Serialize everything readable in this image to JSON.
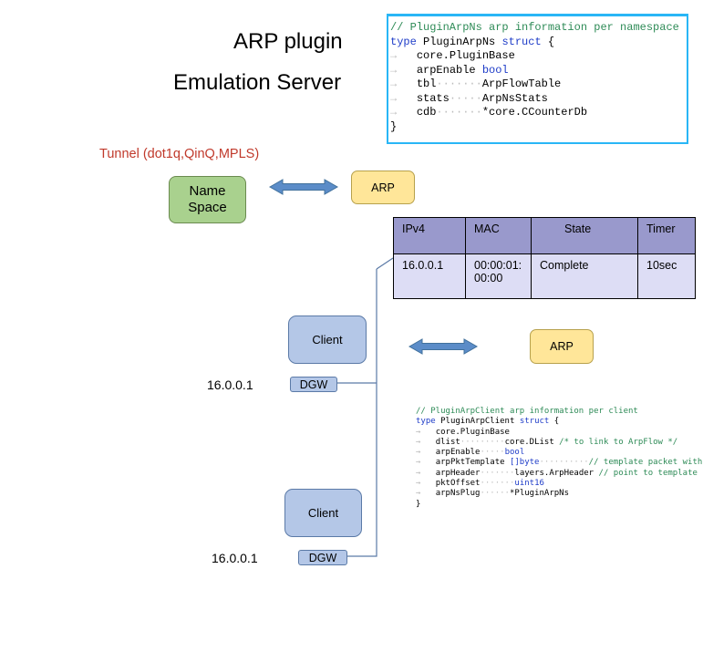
{
  "title": {
    "line1": "ARP plugin",
    "line2": "Emulation Server"
  },
  "tunnel": "Tunnel (dot1q,QinQ,MPLS)",
  "namespace": {
    "line1": "Name",
    "line2": "Space"
  },
  "arp_top": "ARP",
  "arp_bottom": "ARP",
  "clients": [
    {
      "label": "Client",
      "ip": "16.0.0.1",
      "dgw": "DGW"
    },
    {
      "label": "Client",
      "ip": "16.0.0.1",
      "dgw": "DGW"
    }
  ],
  "colors": {
    "namespace": "#a9d18e",
    "arp": "#ffe699",
    "client": "#b4c7e7",
    "arrow": "#5b8cc8",
    "table_header": "#9999cc",
    "table_row": "#ddddf5",
    "code_border": "#29b6f6",
    "tunnel": "#c0392b"
  },
  "arp_table": {
    "headers": [
      "IPv4",
      "MAC",
      "State",
      "Timer"
    ],
    "row": {
      "ipv4": "16.0.0.1",
      "mac_line1": "00:00:01:",
      "mac_line2": "00:00",
      "state": "Complete",
      "timer": "10sec"
    }
  },
  "code_ns": {
    "comment": "// PluginArpNs arp information per namespace",
    "decl": {
      "kw1": "type",
      "name": " PluginArpNs ",
      "kw2": "struct",
      "brace": " {"
    },
    "fields": [
      {
        "name": "core.PluginBase",
        "type": ""
      },
      {
        "name": "arpEnable",
        "type": "bool"
      },
      {
        "name": "tbl",
        "type": "ArpFlowTable"
      },
      {
        "name": "stats",
        "type": "ArpNsStats"
      },
      {
        "name": "cdb",
        "type": "*core.CCounterDb"
      }
    ],
    "close": "}"
  },
  "code_client": {
    "comment": "// PluginArpClient arp information per client",
    "decl": {
      "kw1": "type",
      "name": " PluginArpClient ",
      "kw2": "struct",
      "brace": " {"
    },
    "fields": [
      {
        "name": "core.PluginBase",
        "type": "",
        "comment": ""
      },
      {
        "name": "dlist",
        "type": "core.DList",
        "comment": "/* to link to ArpFlow */"
      },
      {
        "name": "arpEnable",
        "type": "bool",
        "comment": ""
      },
      {
        "name": "arpPktTemplate",
        "type": "[]byte",
        "comment": "// template packet with"
      },
      {
        "name": "arpHeader",
        "type": "layers.ArpHeader",
        "comment": "// point to template packet"
      },
      {
        "name": "pktOffset",
        "type": "uint16",
        "comment": ""
      },
      {
        "name": "arpNsPlug",
        "type": "*PluginArpNs",
        "comment": ""
      }
    ],
    "close": "}"
  }
}
